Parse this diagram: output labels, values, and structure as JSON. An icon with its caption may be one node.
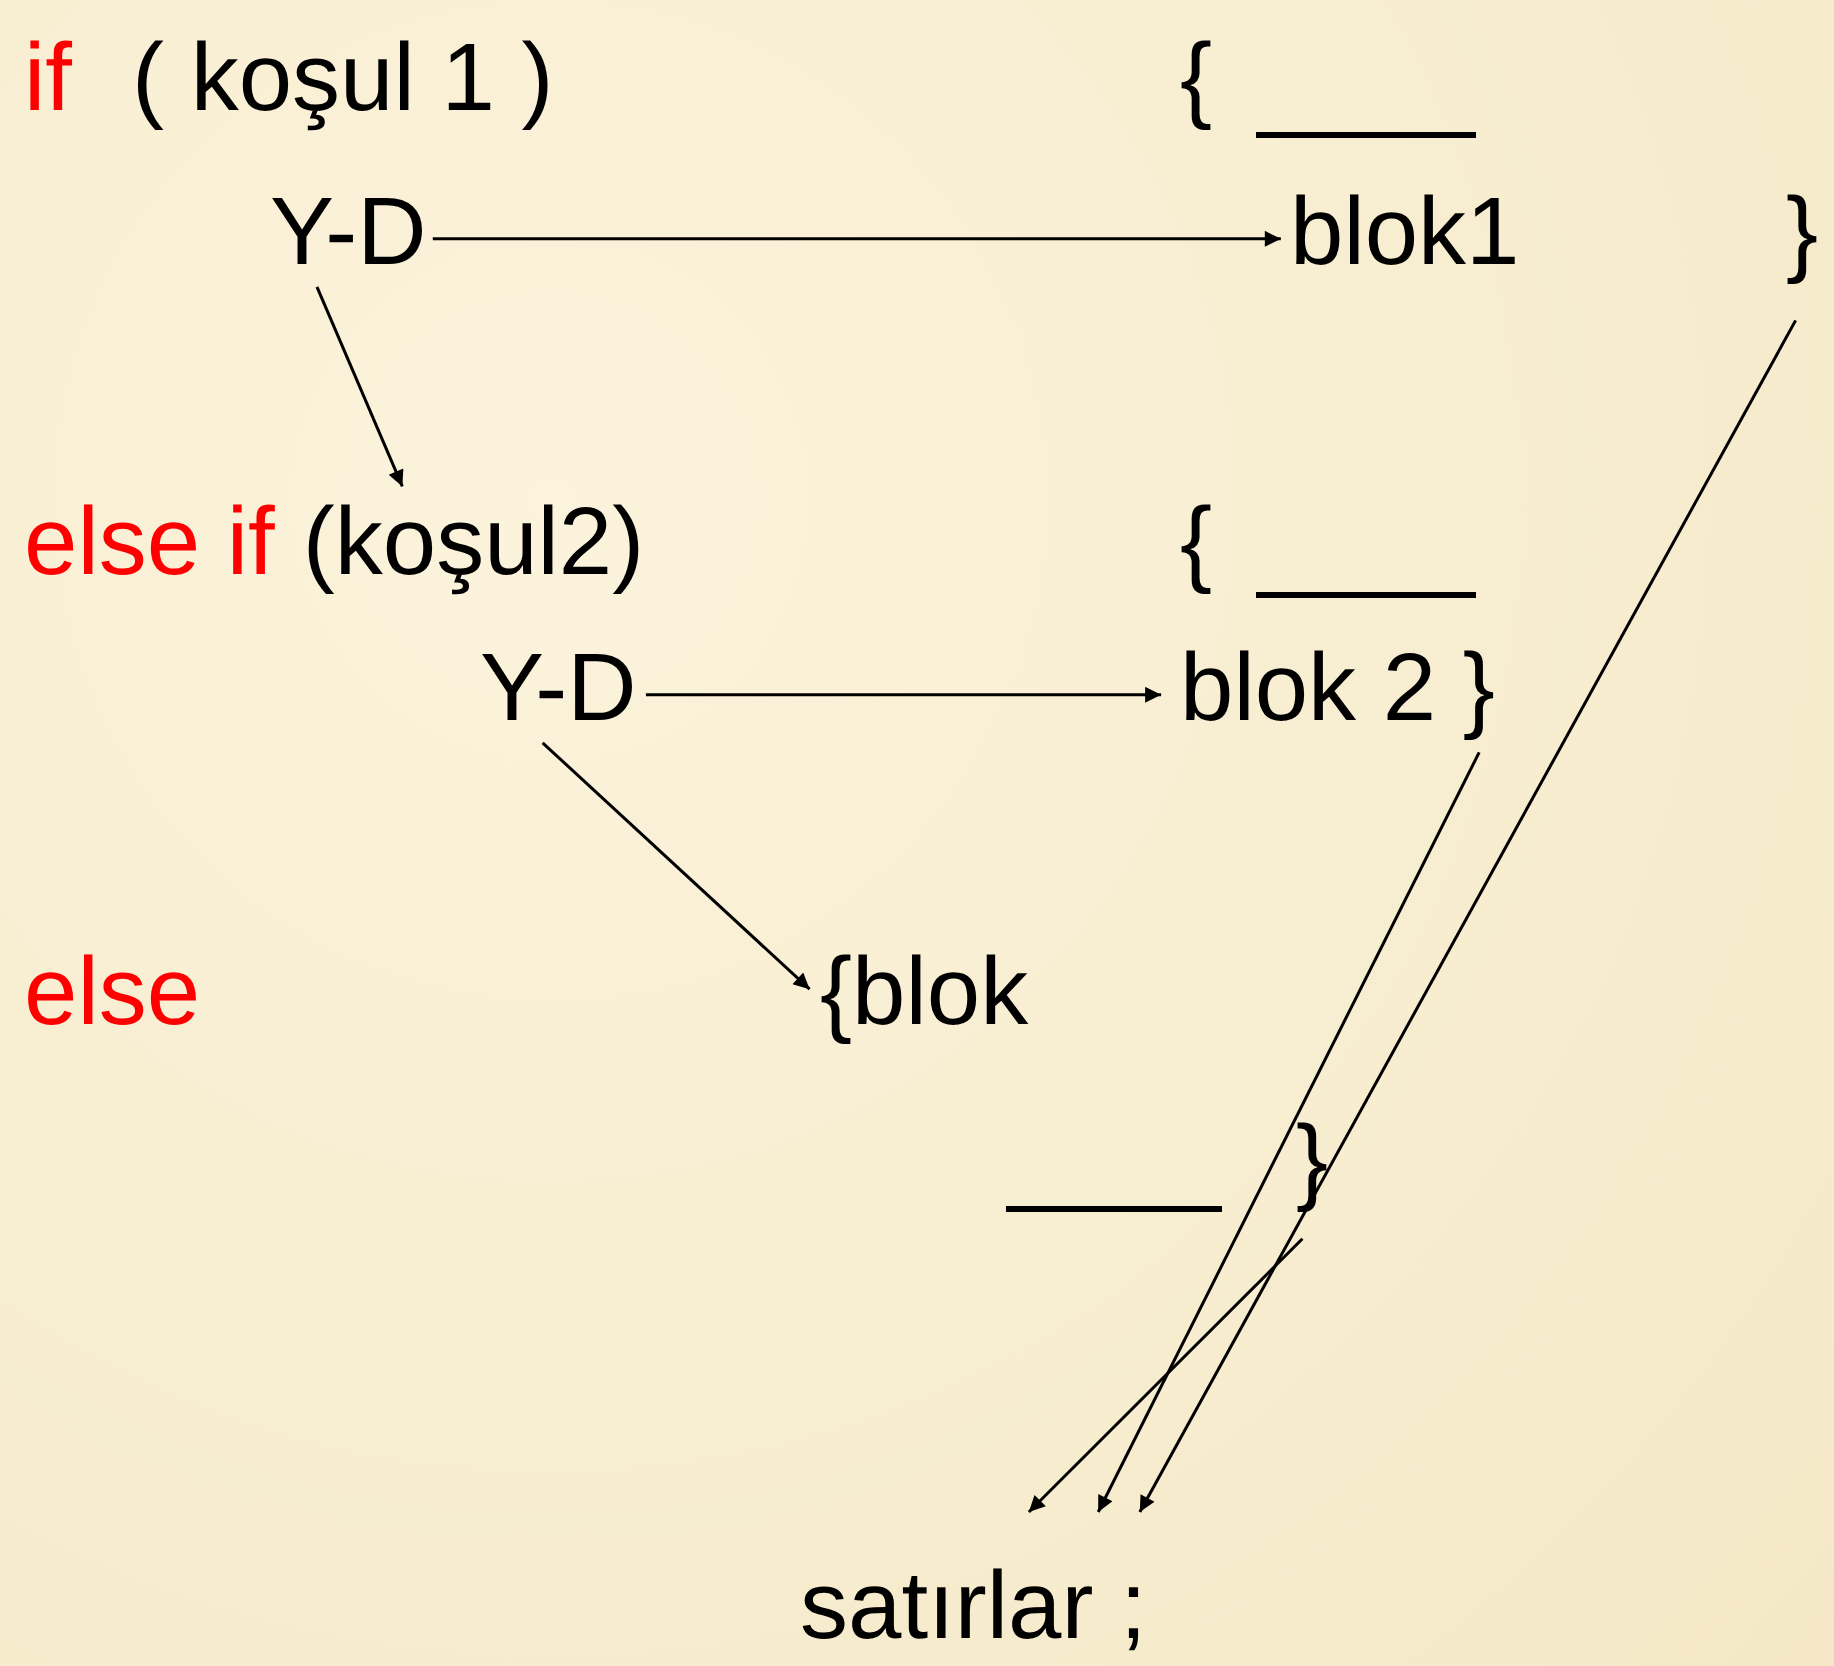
{
  "diagram": {
    "nodes": [
      {
        "text": [
          "Y-D"
        ]
      },
      {
        "text": [
          "blok1"
        ]
      },
      {
        "text": [
          "}"
        ]
      },
      {
        "text": [
          "else if",
          "(koşul2)"
        ]
      },
      {
        "text": [
          "Y-D"
        ]
      },
      {
        "text": [
          "blok 2 }"
        ]
      },
      {
        "text": [
          "{blok"
        ]
      },
      {
        "text": [
          "}"
        ]
      },
      {
        "text": [
          "satırlar ;"
        ]
      }
    ],
    "edges": [
      {
        "from": 0,
        "to": 1,
        "arrow": "to"
      },
      {
        "from": 0,
        "to": 3,
        "arrow": "to"
      },
      {
        "from": 4,
        "to": 5,
        "arrow": "to"
      },
      {
        "from": 4,
        "to": 6,
        "arrow": "to"
      },
      {
        "from": 2,
        "to": 8,
        "arrow": "to"
      },
      {
        "from": 5,
        "to": 8,
        "arrow": "to"
      },
      {
        "from": 7,
        "to": 8,
        "arrow": "to"
      }
    ],
    "labels": [
      "if",
      "( koşul 1 )",
      "{",
      "{",
      "else"
    ]
  }
}
